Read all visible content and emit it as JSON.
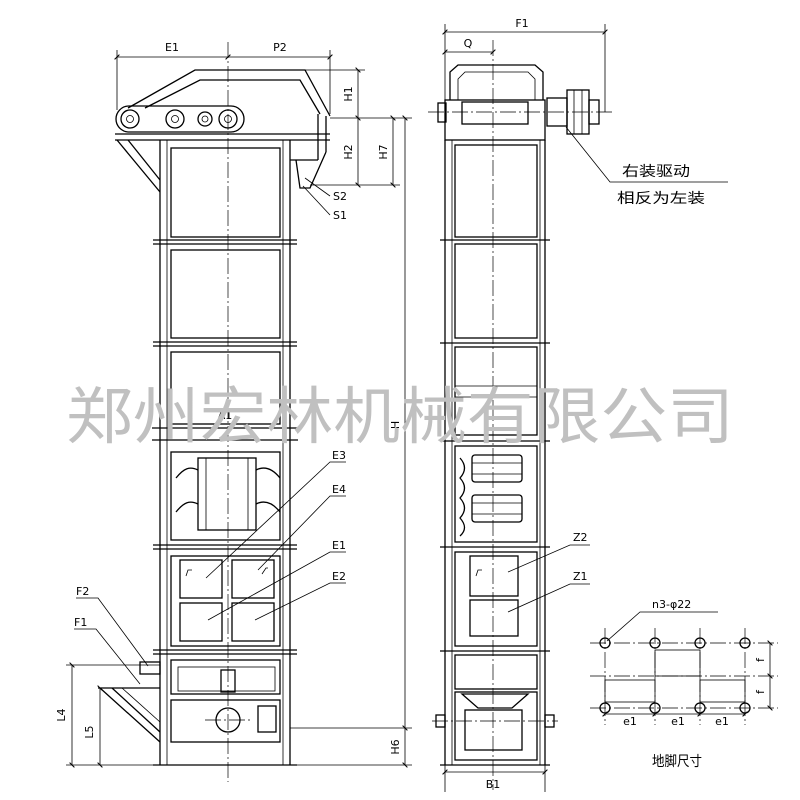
{
  "colors": {
    "line": "#000000",
    "watermark": "#c0c0c0",
    "background": "#ffffff"
  },
  "front_view": {
    "top_dims": {
      "left": "E1",
      "right": "P2"
    },
    "head_dims": {
      "h1": "H1",
      "h2": "H2",
      "h7": "H7"
    },
    "height_dims": {
      "h": "H",
      "h6": "H6"
    },
    "band_dim": "A1",
    "discharge": {
      "upper": "S2",
      "lower": "S1"
    },
    "inspection_doors": {
      "upper_left": "E3",
      "upper_right": "E4",
      "lower_left": "E1",
      "lower_right": "E2"
    },
    "inlet": {
      "upper": "F2",
      "lower": "F1"
    },
    "inlet_dims": {
      "l4": "L4",
      "l5": "L5"
    }
  },
  "side_view": {
    "top_dims": {
      "width": "F1",
      "offset": "Q"
    },
    "bottom_dim": "B1",
    "drive_note": [
      "右装驱动",
      "相反为左装"
    ],
    "inspection_doors": {
      "upper": "Z2",
      "lower": "Z1"
    }
  },
  "foundation_plan": {
    "hole_note": "n3-φ22",
    "row_spacing": [
      "f",
      "f"
    ],
    "column_spacing": [
      "e1",
      "e1",
      "e1"
    ],
    "title": "地脚尺寸"
  },
  "watermark": "郑州宏林机械有限公司"
}
